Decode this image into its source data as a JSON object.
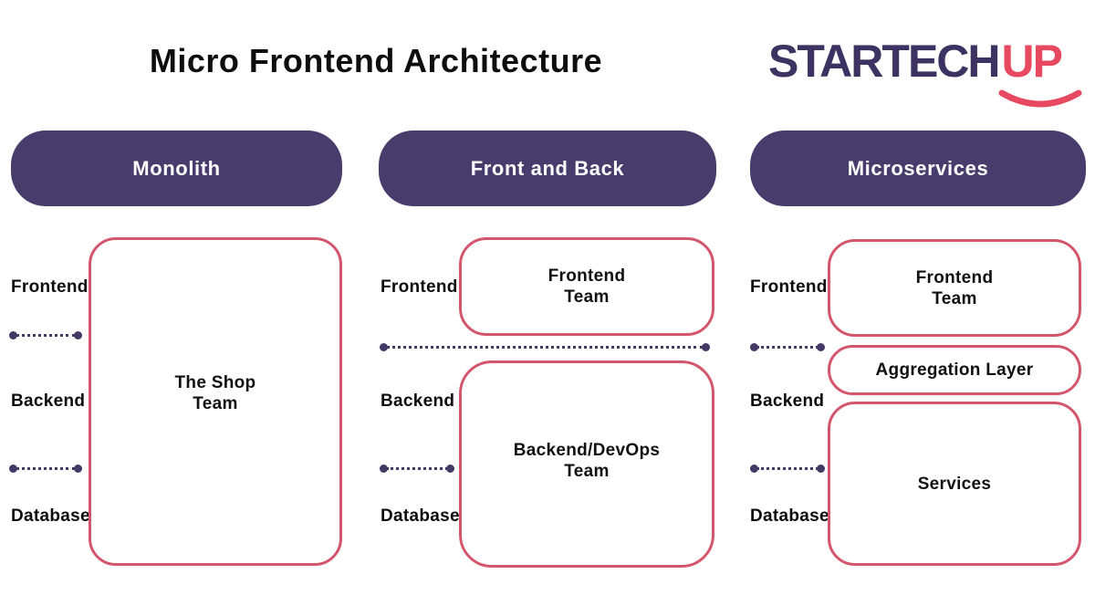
{
  "title": "Micro Frontend Architecture",
  "logo": {
    "primary": "STARTECH",
    "accent": "UP"
  },
  "row_labels": [
    "Frontend",
    "Backend",
    "Database"
  ],
  "columns": [
    {
      "header": "Monolith",
      "boxes": [
        {
          "name": "the-shop-team",
          "lines": [
            "The Shop",
            "Team"
          ]
        }
      ]
    },
    {
      "header": "Front and Back",
      "boxes": [
        {
          "name": "frontend-team",
          "lines": [
            "Frontend",
            "Team"
          ]
        },
        {
          "name": "backend-devops-team",
          "lines": [
            "Backend/DevOps",
            "Team"
          ]
        }
      ]
    },
    {
      "header": "Microservices",
      "boxes": [
        {
          "name": "frontend-team",
          "lines": [
            "Frontend",
            "Team"
          ]
        },
        {
          "name": "aggregation-layer",
          "lines": [
            "Aggregation Layer"
          ]
        },
        {
          "name": "services",
          "lines": [
            "Services"
          ]
        }
      ]
    }
  ],
  "colors": {
    "header_pill": "#483c6c",
    "box_border": "#d4566c",
    "connector_dots": "#433965",
    "logo_primary": "#3d3363",
    "logo_accent": "#e74a60",
    "text": "#0d0d0d",
    "background": "#ffffff"
  }
}
